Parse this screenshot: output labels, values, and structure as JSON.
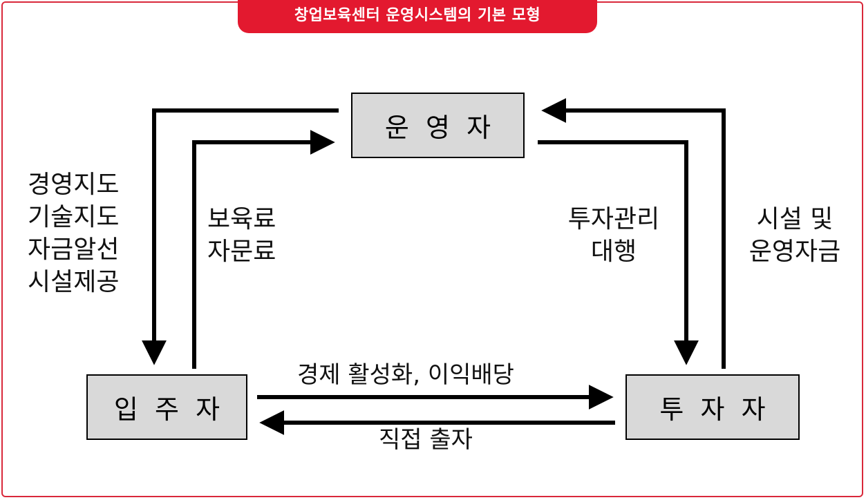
{
  "title": "창업보육센터 운영시스템의 기본 모형",
  "nodes": {
    "operator": "운  영  자",
    "tenant": "입  주  자",
    "investor": "투  자  자"
  },
  "labels": {
    "left_a": [
      "경영지도",
      "기술지도",
      "자금알선",
      "시설제공"
    ],
    "left_b": [
      "보육료",
      "자문료"
    ],
    "right_a": [
      "투자관리",
      "대행"
    ],
    "right_b": [
      "시설 및",
      "운영자금"
    ],
    "bottom_top": "경제 활성화, 이익배당",
    "bottom_bot": "직접 출자"
  },
  "colors": {
    "accent": "#e3192f",
    "box_fill": "#d9d9d9",
    "arrow": "#000000"
  }
}
